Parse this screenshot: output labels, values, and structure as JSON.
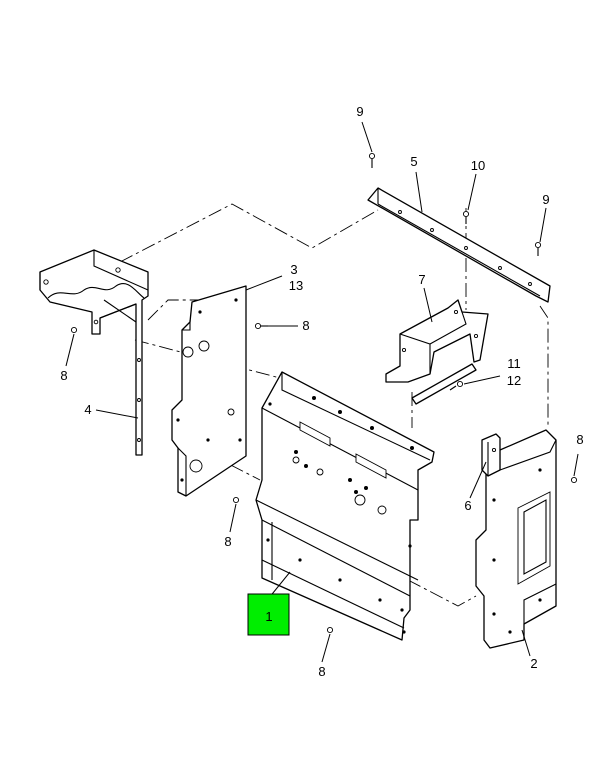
{
  "diagram": {
    "highlight_color": "#00ee00",
    "callouts": {
      "c1": "1",
      "c2": "2",
      "c3": "3",
      "c4": "4",
      "c5": "5",
      "c6": "6",
      "c7": "7",
      "c8a": "8",
      "c8b": "8",
      "c8c": "8",
      "c8d": "8",
      "c8e": "8",
      "c9a": "9",
      "c9b": "9",
      "c10": "10",
      "c11": "11",
      "c12": "12",
      "c13": "13"
    }
  }
}
